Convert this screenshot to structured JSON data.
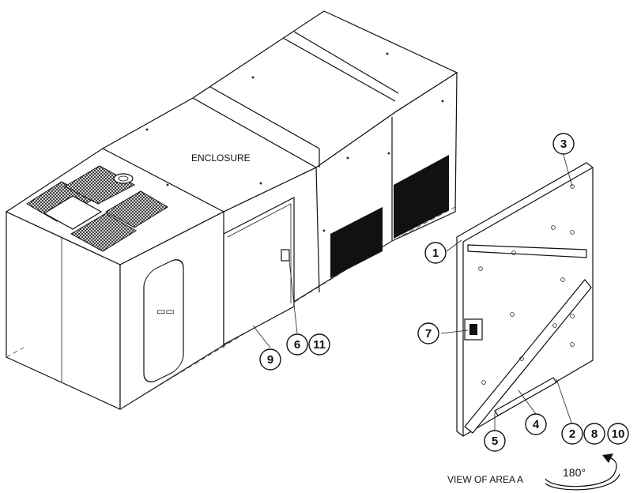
{
  "labels": {
    "enclosure": "ENCLOSURE",
    "view_of_area": "VIEW OF AREA  A",
    "rotation": "180°"
  },
  "callouts": [
    {
      "id": "1",
      "text": "1"
    },
    {
      "id": "2",
      "text": "2"
    },
    {
      "id": "3",
      "text": "3"
    },
    {
      "id": "4",
      "text": "4"
    },
    {
      "id": "5",
      "text": "5"
    },
    {
      "id": "6",
      "text": "6"
    },
    {
      "id": "7",
      "text": "7"
    },
    {
      "id": "8",
      "text": "8"
    },
    {
      "id": "9",
      "text": "9"
    },
    {
      "id": "10",
      "text": "10"
    },
    {
      "id": "11",
      "text": "11"
    }
  ],
  "colors": {
    "ink": "#111111",
    "background": "#ffffff",
    "grille": "#111111"
  }
}
